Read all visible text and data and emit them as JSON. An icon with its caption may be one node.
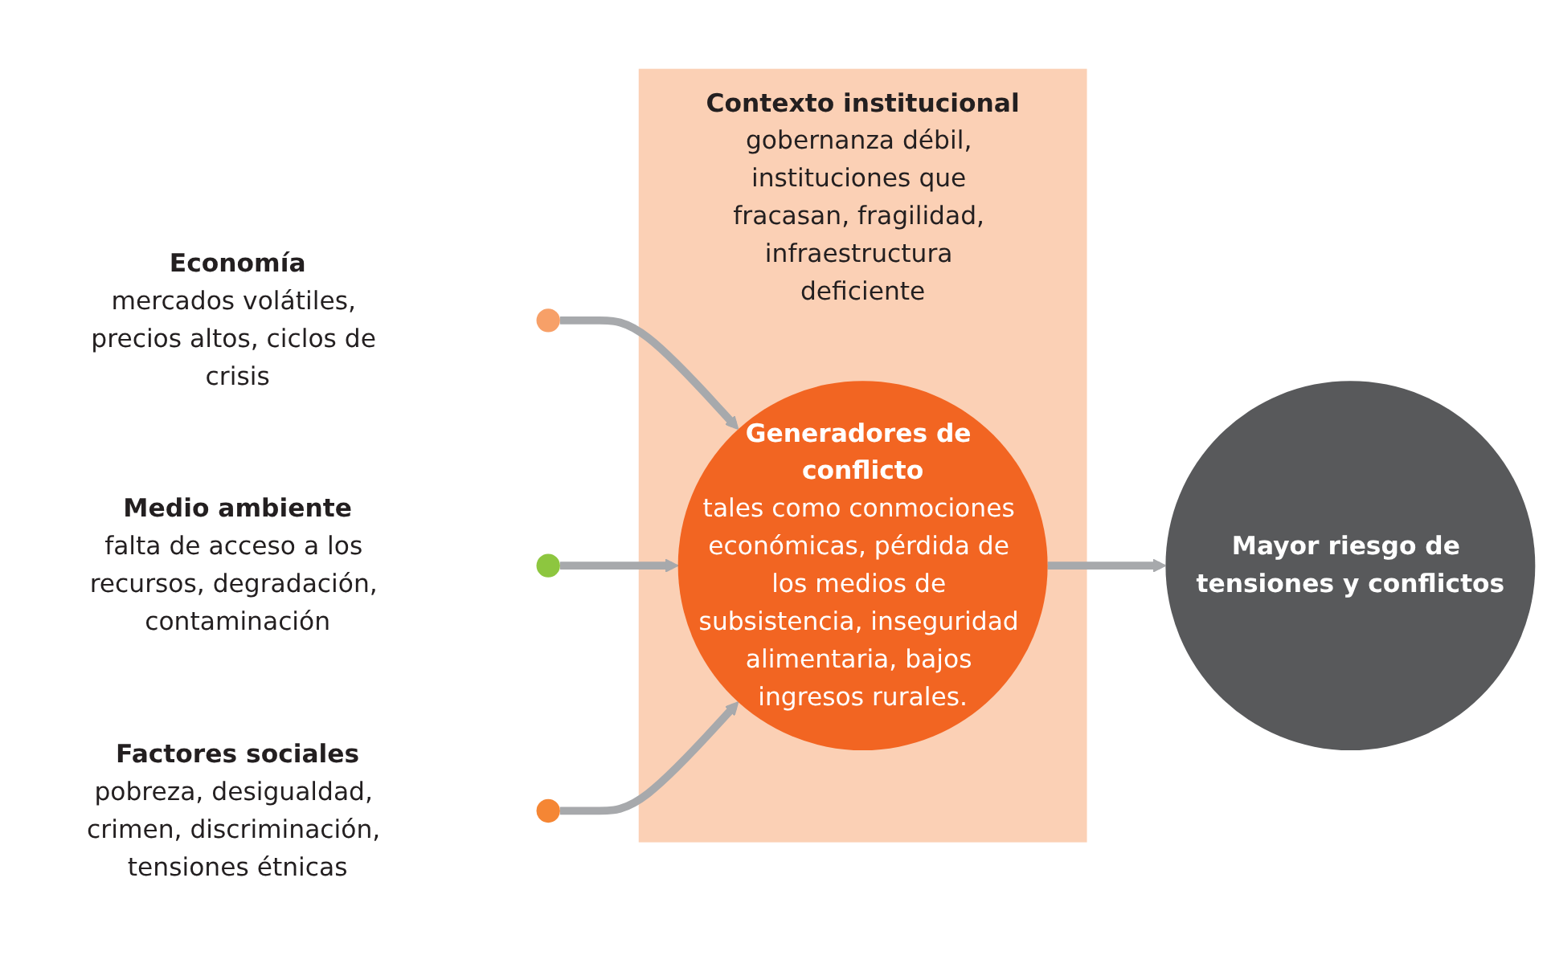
{
  "diagram": {
    "nodes": [
      {
        "text": [],
        "shape": "circle",
        "beside": [
          "Economía",
          "mercados volátiles, precios altos, ciclos de crisis"
        ]
      },
      {
        "text": [
          "Contexto institucional",
          "gobernanza débil, instituciones que fracasan, fragilidad, infraestructura deficiente"
        ]
      },
      {
        "text": [
          "Generadores de conflicto",
          "tales como conmociones económicas, pérdida de los medios de subsistencia, inseguridad alimentaria, bajos ingresos rurales."
        ],
        "in": 1
      },
      {
        "text": [],
        "shape": "circle",
        "beside": [
          "Medio ambiente",
          "falta de acceso a los recursos, degradación, contaminación"
        ]
      },
      {
        "text": [],
        "shape": "circle",
        "beside": [
          "Factores sociales",
          "pobreza, desigualdad, crimen, discriminación, tensiones étnicas"
        ]
      },
      {
        "text": [
          "Mayor riesgo de tensiones y conflictos"
        ]
      }
    ],
    "edges": [
      {
        "from": 0,
        "to": 2,
        "arrow": "to"
      },
      {
        "from": 3,
        "to": 2,
        "arrow": "to"
      },
      {
        "from": 4,
        "to": 2,
        "arrow": "to"
      },
      {
        "from": 2,
        "to": 5,
        "arrow": "to"
      }
    ]
  }
}
